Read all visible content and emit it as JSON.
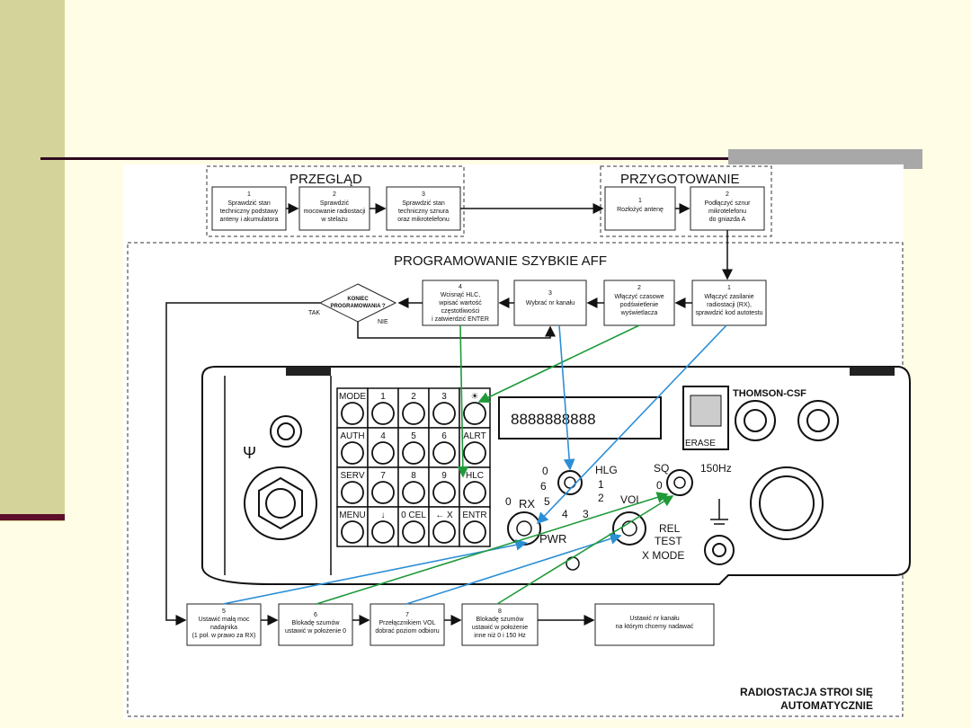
{
  "przeglad": {
    "title": "PRZEGLĄD",
    "steps": [
      {
        "num": "1",
        "lines": [
          "Sprawdzić stan",
          "techniczny podstawy",
          "anteny i akumulatora"
        ]
      },
      {
        "num": "2",
        "lines": [
          "Sprawdzić",
          "mocowanie radiostacji",
          "w stelażu"
        ]
      },
      {
        "num": "3",
        "lines": [
          "Sprawdzić stan",
          "techniczny sznura",
          "oraz mikrotelefonu"
        ]
      }
    ]
  },
  "przygotowanie": {
    "title": "PRZYGOTOWANIE",
    "steps": [
      {
        "num": "1",
        "lines": [
          "Rozłożyć antenę"
        ]
      },
      {
        "num": "2",
        "lines": [
          "Podłączyć sznur",
          "mikrotelefonu",
          "do gniazda A"
        ]
      }
    ]
  },
  "programowanie": {
    "title": "PROGRAMOWANIE SZYBKIE AFF",
    "steps": [
      {
        "num": "1",
        "lines": [
          "Włączyć zasilanie",
          "radiostacji (RX),",
          "sprawdzić kod autotestu"
        ]
      },
      {
        "num": "2",
        "lines": [
          "Włączyć czasowe",
          "podświetlenie",
          "wyświetlacza"
        ]
      },
      {
        "num": "3",
        "lines": [
          "Wybrać nr kanału"
        ]
      },
      {
        "num": "4",
        "lines": [
          "Wcisnąć HLC,",
          "wpisać wartość",
          "częstotliwości",
          "i zatwierdzić ENTER"
        ]
      }
    ],
    "decision": {
      "lines": [
        "KONIEC",
        "PROGRAMOWANIA ?"
      ],
      "yes": "TAK",
      "no": "NIE"
    }
  },
  "bottom_steps": [
    {
      "num": "5",
      "lines": [
        "Ustawić małą moc",
        "nadajnika",
        "(1 poł. w prawo za RX)"
      ]
    },
    {
      "num": "6",
      "lines": [
        "Blokadę szumów",
        "ustawić w położenie 0"
      ]
    },
    {
      "num": "7",
      "lines": [
        "Przełącznikiem VOL",
        "dobrać poziom odbioru"
      ]
    },
    {
      "num": "8",
      "lines": [
        "Blokadę szumów",
        "ustawić w położenie",
        "inne niż 0 i 150 Hz"
      ]
    },
    {
      "num": "",
      "lines": [
        "Ustawić nr kanału",
        "na którym chcemy nadawać"
      ]
    }
  ],
  "radio": {
    "brand": "THOMSON-CSF",
    "keypad": [
      [
        "MODE",
        "1",
        "2",
        "3",
        "☀"
      ],
      [
        "AUTH",
        "4",
        "5",
        "6",
        "ALRT"
      ],
      [
        "SERV",
        "7",
        "8",
        "9",
        "HLC"
      ],
      [
        "MENU",
        "↓",
        "0 CEL",
        "← X",
        "ENTR"
      ]
    ],
    "display": "8888888888",
    "erase": "ERASE",
    "hlg_labels": [
      "0",
      "6",
      "5",
      "4",
      "3",
      "2",
      "1",
      "HLG"
    ],
    "rx_labels": [
      "0",
      "RX",
      "PWR"
    ],
    "sq_labels": [
      "SQ",
      "0",
      "150Hz"
    ],
    "vol_labels": [
      "VOL",
      "REL",
      "TEST",
      "X MODE"
    ],
    "antenna_symbol": "Ψ"
  },
  "footer": [
    "RADIOSTACJA STROI SIĘ",
    "AUTOMATYCZNIE"
  ],
  "colors": {
    "accent_blue": "#2b8fd6",
    "accent_green": "#1f9a3a",
    "sidebar": "#d4d39a",
    "background": "#fffde6",
    "rule": "#2e0a1f"
  }
}
